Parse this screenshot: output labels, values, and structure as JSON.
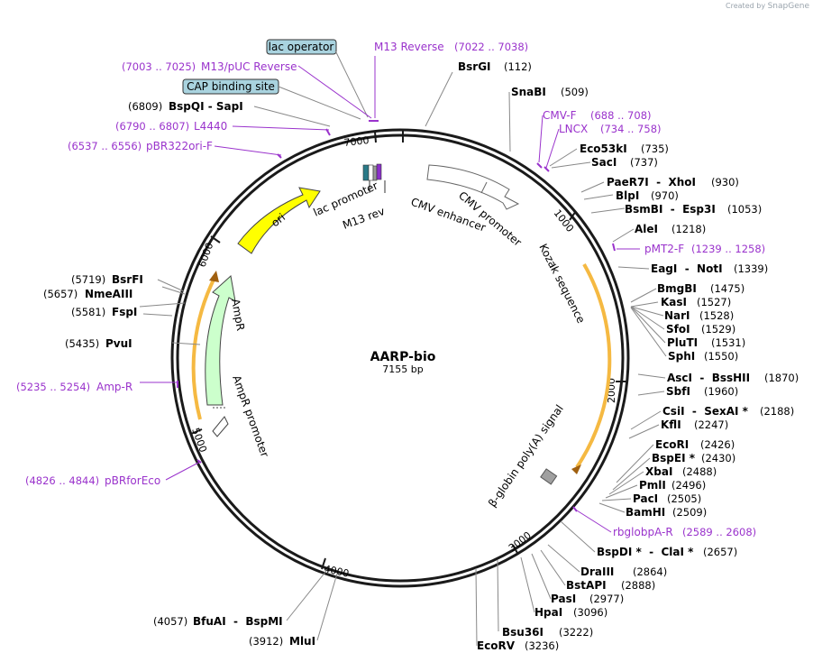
{
  "credit": {
    "prefix": "Created by",
    "brand": "SnapGene"
  },
  "plasmid": {
    "name": "AARP-bio",
    "size_label": "7155 bp"
  },
  "ticks": [
    "1000",
    "2000",
    "3000",
    "4000",
    "5000",
    "6000",
    "7000"
  ],
  "enzymes_top": [
    {
      "name": "BsrGI",
      "pos": "(112)"
    },
    {
      "name": "SnaBI",
      "pos": "(509)"
    }
  ],
  "enzymes_right": [
    {
      "name": "Eco53kI",
      "pos": "(735)"
    },
    {
      "name": "SacI",
      "pos": "(737)"
    },
    {
      "name": "PaeR7I  -  XhoI",
      "pos": "(930)"
    },
    {
      "name": "BlpI",
      "pos": "(970)"
    },
    {
      "name": "BsmBI  -  Esp3I",
      "pos": "(1053)"
    },
    {
      "name": "AleI",
      "pos": "(1218)"
    },
    {
      "name": "EagI  -  NotI",
      "pos": "(1339)"
    },
    {
      "name": "BmgBI",
      "pos": "(1475)"
    },
    {
      "name": "KasI",
      "pos": "(1527)"
    },
    {
      "name": "NarI",
      "pos": "(1528)"
    },
    {
      "name": "SfoI",
      "pos": "(1529)"
    },
    {
      "name": "PluTI",
      "pos": "(1531)"
    },
    {
      "name": "SphI",
      "pos": "(1550)"
    },
    {
      "name": "AscI  -  BssHII",
      "pos": "(1870)"
    },
    {
      "name": "SbfI",
      "pos": "(1960)"
    },
    {
      "name": "CsiI  -  SexAI *",
      "pos": "(2188)"
    },
    {
      "name": "KflI",
      "pos": "(2247)"
    },
    {
      "name": "EcoRI",
      "pos": "(2426)"
    },
    {
      "name": "BspEI *",
      "pos": "(2430)"
    },
    {
      "name": "XbaI",
      "pos": "(2488)"
    },
    {
      "name": "PmlI",
      "pos": "(2496)"
    },
    {
      "name": "PacI",
      "pos": "(2505)"
    },
    {
      "name": "BamHI",
      "pos": "(2509)"
    },
    {
      "name": "BspDI *  -  ClaI *",
      "pos": "(2657)"
    },
    {
      "name": "DraIII",
      "pos": "(2864)"
    },
    {
      "name": "BstAPI",
      "pos": "(2888)"
    },
    {
      "name": "PasI",
      "pos": "(2977)"
    },
    {
      "name": "HpaI",
      "pos": "(3096)"
    },
    {
      "name": "Bsu36I",
      "pos": "(3222)"
    },
    {
      "name": "EcoRV",
      "pos": "(3236)"
    }
  ],
  "enzymes_left": [
    {
      "name": "BfuAI  -  BspMI",
      "pos": "(4057)"
    },
    {
      "name": "MluI",
      "pos": "(3912)"
    },
    {
      "name": "PvuI",
      "pos": "(5435)"
    },
    {
      "name": "FspI",
      "pos": "(5581)"
    },
    {
      "name": "NmeAIII",
      "pos": "(5657)"
    },
    {
      "name": "BsrFI",
      "pos": "(5719)"
    },
    {
      "name": "BspQI  -  SapI",
      "pos": "(6809)"
    }
  ],
  "primers": [
    {
      "name": "M13 Reverse",
      "pos": "(7022 .. 7038)"
    },
    {
      "name": "M13/pUC Reverse",
      "pos": "(7003 .. 7025)"
    },
    {
      "name": "L4440",
      "pos": "(6790 .. 6807)"
    },
    {
      "name": "pBR322ori-F",
      "pos": "(6537 .. 6556)"
    },
    {
      "name": "CMV-F",
      "pos": "(688 .. 708)"
    },
    {
      "name": "LNCX",
      "pos": "(734 .. 758)"
    },
    {
      "name": "pMT2-F",
      "pos": "(1239 .. 1258)"
    },
    {
      "name": "rbglobpA-R",
      "pos": "(2589 .. 2608)"
    },
    {
      "name": "Amp-R",
      "pos": "(5235 .. 5254)"
    },
    {
      "name": "pBRforEco",
      "pos": "(4826 .. 4844)"
    }
  ],
  "boxed_features": [
    {
      "name": "lac operator"
    },
    {
      "name": "CAP binding site"
    }
  ],
  "features": {
    "cmv_enhancer": "CMV enhancer",
    "cmv_promoter": "CMV promoter",
    "kozak": "Kozak sequence",
    "polya": "β-globin poly(A) signal",
    "lac_promoter": "lac promoter",
    "m13_rev": "M13 rev",
    "ori": "ori",
    "ampr": "AmpR",
    "ampr_promoter": "AmpR promoter"
  },
  "colors": {
    "ring": "#1a1a1a",
    "primer": "#9a33cc",
    "ori": "#ffff00",
    "ampr": "#ccffcc",
    "orf": "#f5b942",
    "box_fill": "#a9d3df",
    "promoter_fill": "#ffffff",
    "polya_fill": "#a0a0a0"
  }
}
